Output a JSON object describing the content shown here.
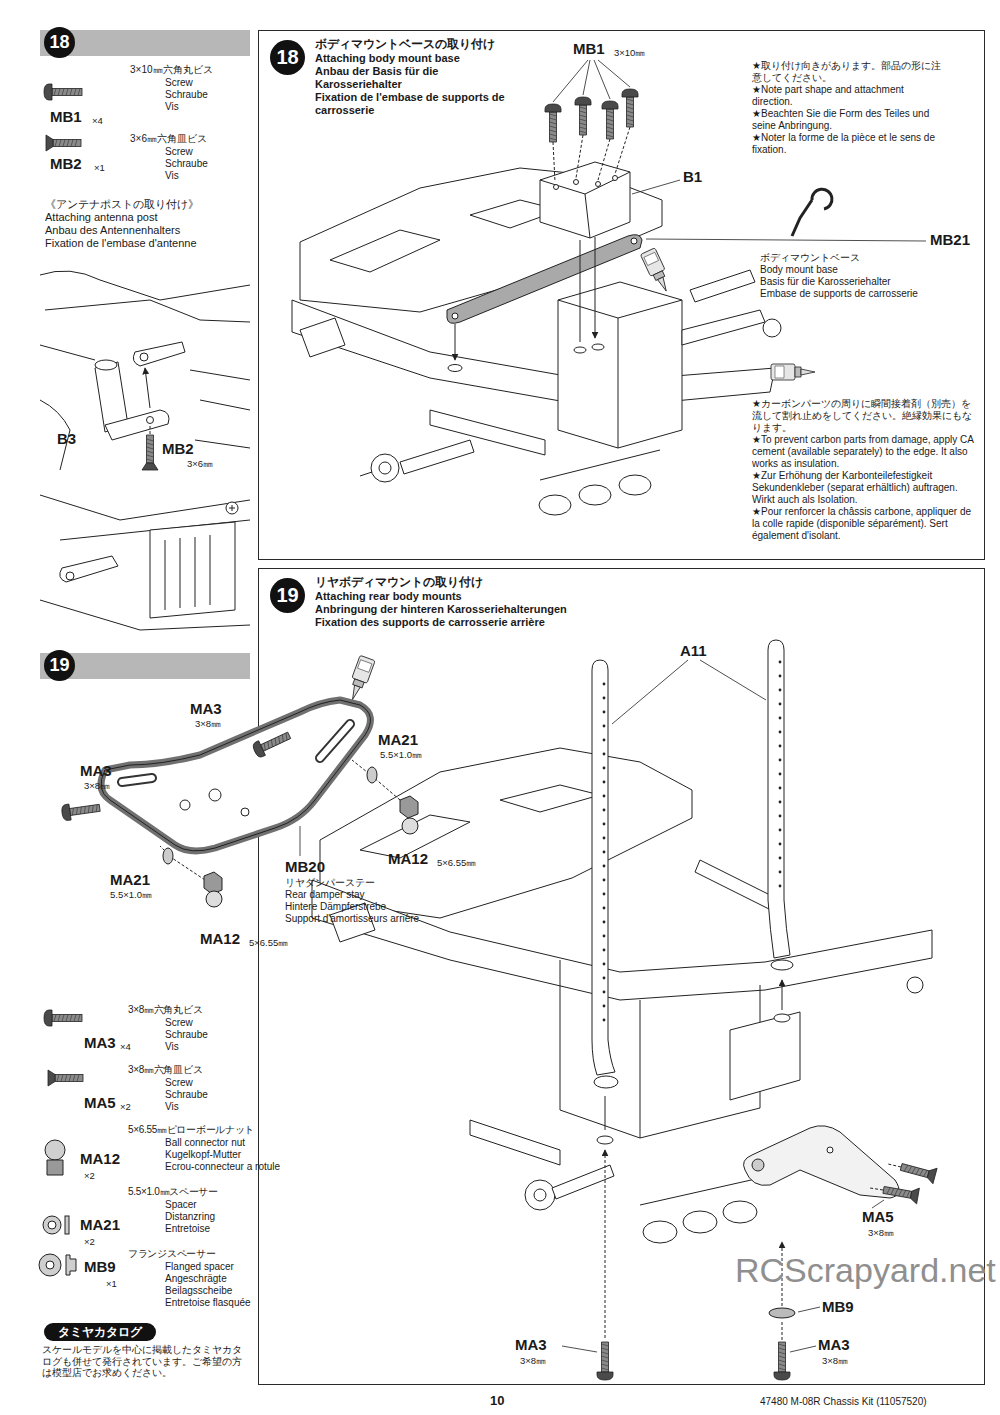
{
  "diagram": {
    "nodes": [
      {
        "text": [
          "18"
        ]
      },
      {
        "text": [
          "19"
        ]
      },
      {
        "text": [
          "18",
          "ボディマウントベースの取り付け",
          "Attaching body mount base",
          "Anbau der Basis für die Karosseriehalter",
          "Fixation de l'embase de supports de carrosserie"
        ]
      },
      {
        "text": [
          "19",
          "リヤボディマウントの取り付け",
          "Attaching rear body mounts",
          "Anbringung der hinteren Karosseriehalterungen",
          "Fixation des supports de carrosserie arrière"
        ]
      },
      {
        "text": [
          "タミヤカタログ",
          "スケールモデルを中心に掲載したタミヤカタログも併せて発行されています。ご希望の方は模型店でお求めください。"
        ]
      }
    ],
    "labels": [
      "3×10㎜六角丸ビス",
      "Screw",
      "Schraube",
      "Vis",
      "MB1",
      "×4",
      "3×6㎜六角皿ビス",
      "Screw",
      "Schraube",
      "Vis",
      "MB2",
      "×1",
      "《アンテナポストの取り付け》",
      "Attaching antenna post",
      "Anbau des Antennenhalters",
      "Fixation de l'embase d'antenne",
      "B3",
      "MB2",
      "3×6㎜",
      "MB1",
      "3×10㎜",
      "B1",
      "MB21",
      "ボディマウントベース",
      "Body mount base",
      "Basis für die Karosseriehalter",
      "Embase de supports de carrosserie",
      "★取り付け向きがあります。部品の形に注意してください。",
      "★Note part shape and attachment direction.",
      "★Beachten Sie die Form des Teiles und seine Anbringung.",
      "★Noter la forme de la pièce et le sens de fixation.",
      "★カーボンパーツの周りに瞬間接着剤（別売）を流して割れ止めをしてください。絶縁効果にもなります。",
      "★To prevent carbon parts from damage, apply CA cement (available separately) to the edge. It also works as insulation.",
      "★Zur Erhöhung der Karbonteilefestigkeit Sekundenkleber (separat erhältlich) auftragen. Wirkt auch als Isolation.",
      "★Pour renforcer la châssis carbone, appliquer de la colle rapide (disponible séparément). Sert également d'isolant.",
      "MA3",
      "3×8㎜",
      "MA21",
      "5.5×1.0㎜",
      "MA3",
      "3×8㎜",
      "MA12",
      "5×6.55㎜",
      "MA21",
      "5.5×1.0㎜",
      "MB20",
      "リヤダンパーステー",
      "Rear damper stay",
      "Hintere Dämpferstrebe",
      "Support d'amortisseurs arrière",
      "MA12",
      "5×6.55㎜",
      "3×8㎜六角丸ビス",
      "Screw",
      "Schraube",
      "Vis",
      "MA3",
      "×4",
      "3×8㎜六角皿ビス",
      "Screw",
      "Schraube",
      "Vis",
      "MA5",
      "×2",
      "5×6.55㎜ピローボールナット",
      "Ball connector nut",
      "Kugelkopf-Mutter",
      "Ecrou-connecteur a rotule",
      "MA12",
      "×2",
      "5.5×1.0㎜スペーサー",
      "Spacer",
      "Distanzring",
      "Entretoise",
      "MA21",
      "×2",
      "フランジスペーサー",
      "Flanged spacer",
      "Angeschrägte Beilagsscheibe",
      "Entretoise flasquée",
      "MB9",
      "×1",
      "A11",
      "MA5",
      "3×8㎜",
      "MB9",
      "MA3",
      "3×8㎜",
      "MA3",
      "3×8㎜",
      "10",
      "47480 M-08R Chassis Kit (11057520)",
      "RCScrapyard.net"
    ]
  }
}
